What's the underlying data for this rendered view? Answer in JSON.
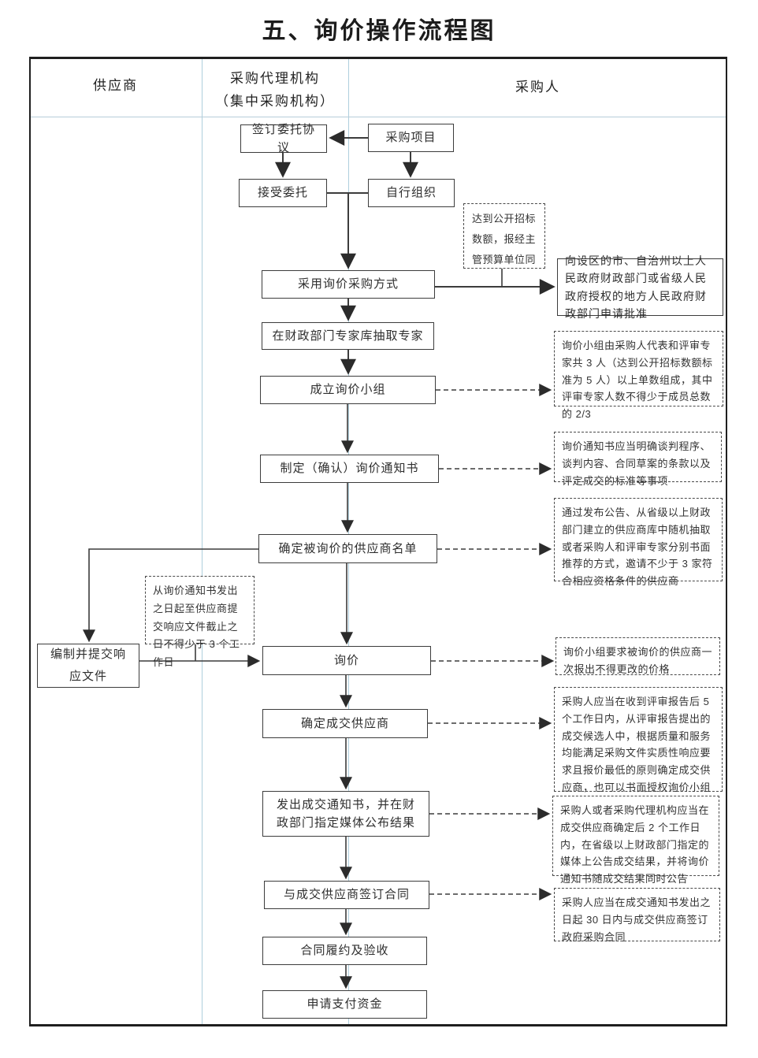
{
  "title": "五、询价操作流程图",
  "lanes": {
    "supplier": "供应商",
    "agency_line1": "采购代理机构",
    "agency_line2": "（集中采购机构）",
    "purchaser": "采购人"
  },
  "nodes": {
    "sign_agreement": "签订委托协议",
    "procurement_project": "采购项目",
    "accept_entrust": "接受委托",
    "self_organize": "自行组织",
    "adopt_inquiry_method": "采用询价采购方式",
    "extract_experts": "在财政部门专家库抽取专家",
    "form_inquiry_group": "成立询价小组",
    "make_inquiry_notice": "制定（确认）询价通知书",
    "determine_supplier_list": "确定被询价的供应商名单",
    "inquiry": "询价",
    "determine_deal_supplier": "确定成交供应商",
    "issue_deal_notice": "发出成交通知书，并在财政部门指定媒体公布结果",
    "sign_contract": "与成交供应商签订合同",
    "contract_acceptance": "合同履约及验收",
    "apply_payment": "申请支付资金",
    "prepare_response": "编制并提交响应文件",
    "apply_approval": "向设区的市、自治州以上人民政府财政部门或省级人民政府授权的地方人民政府财政部门申请批准"
  },
  "notes": {
    "open_tender_threshold": "达到公开招标数额，报经主管预算单位同",
    "group_composition": "询价小组由采购人代表和评审专家共 3 人（达到公开招标数额标准为 5 人）以上单数组成，其中评审专家人数不得少于成员总数的 2/3",
    "notice_content": "询价通知书应当明确谈判程序、谈判内容、合同草案的条款以及评定成交的标准等事项",
    "supplier_selection": "通过发布公告、从省级以上财政部门建立的供应商库中随机抽取或者采购人和评审专家分别书面推荐的方式，邀请不少于 3 家符合相应资格条件的供应商",
    "response_deadline": "从询价通知书发出之日起至供应商提交响应文件截止之日不得少于 3 个工作日",
    "one_time_quote": "询价小组要求被询价的供应商一次报出不得更改的价格",
    "deal_determination": "采购人应当在收到评审报告后 5 个工作日内，从评审报告提出的成交候选人中，根据质量和服务均能满足采购文件实质性响应要求且报价最低的原则确定成交供应商，也可以书面授权询价小组直接确定成交",
    "announce_result": "采购人或者采购代理机构应当在成交供应商确定后 2 个工作日内，在省级以上财政部门指定的媒体上公告成交结果，并将询价通知书随成交结果同时公告",
    "contract_deadline": "采购人应当在成交通知书发出之日起 30 日内与成交供应商签订政府采购合同"
  },
  "colors": {
    "connector": "#3c3c3c",
    "lane_line": "#aecfdd",
    "frame_border": "#1f1f1f"
  }
}
